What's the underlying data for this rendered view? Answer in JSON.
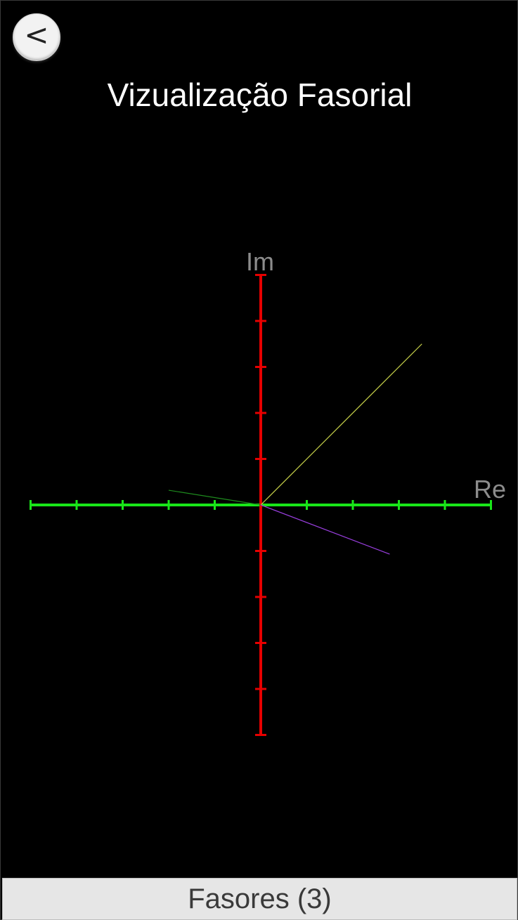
{
  "header": {
    "back_icon": "chevron-left-icon",
    "back_glyph": "<",
    "title": "Vizualização Fasorial"
  },
  "plot": {
    "axis_labels": {
      "imag": "Im",
      "real": "Re"
    },
    "colors": {
      "real_axis": "#19e619",
      "imag_axis": "#e60000",
      "phasor_1": "#c8d24a",
      "phasor_2": "#9a3fe0",
      "phasor_3": "#1e8c1e"
    },
    "ticks_per_half_axis": 5,
    "phasors": [
      {
        "name": "phasor-1",
        "re": 3.5,
        "im": 3.5
      },
      {
        "name": "phasor-2",
        "re": 2.8,
        "im": -1.07
      },
      {
        "name": "phasor-3",
        "re": -2.0,
        "im": 0.32
      }
    ]
  },
  "footer": {
    "button_label": "Fasores (3)"
  }
}
